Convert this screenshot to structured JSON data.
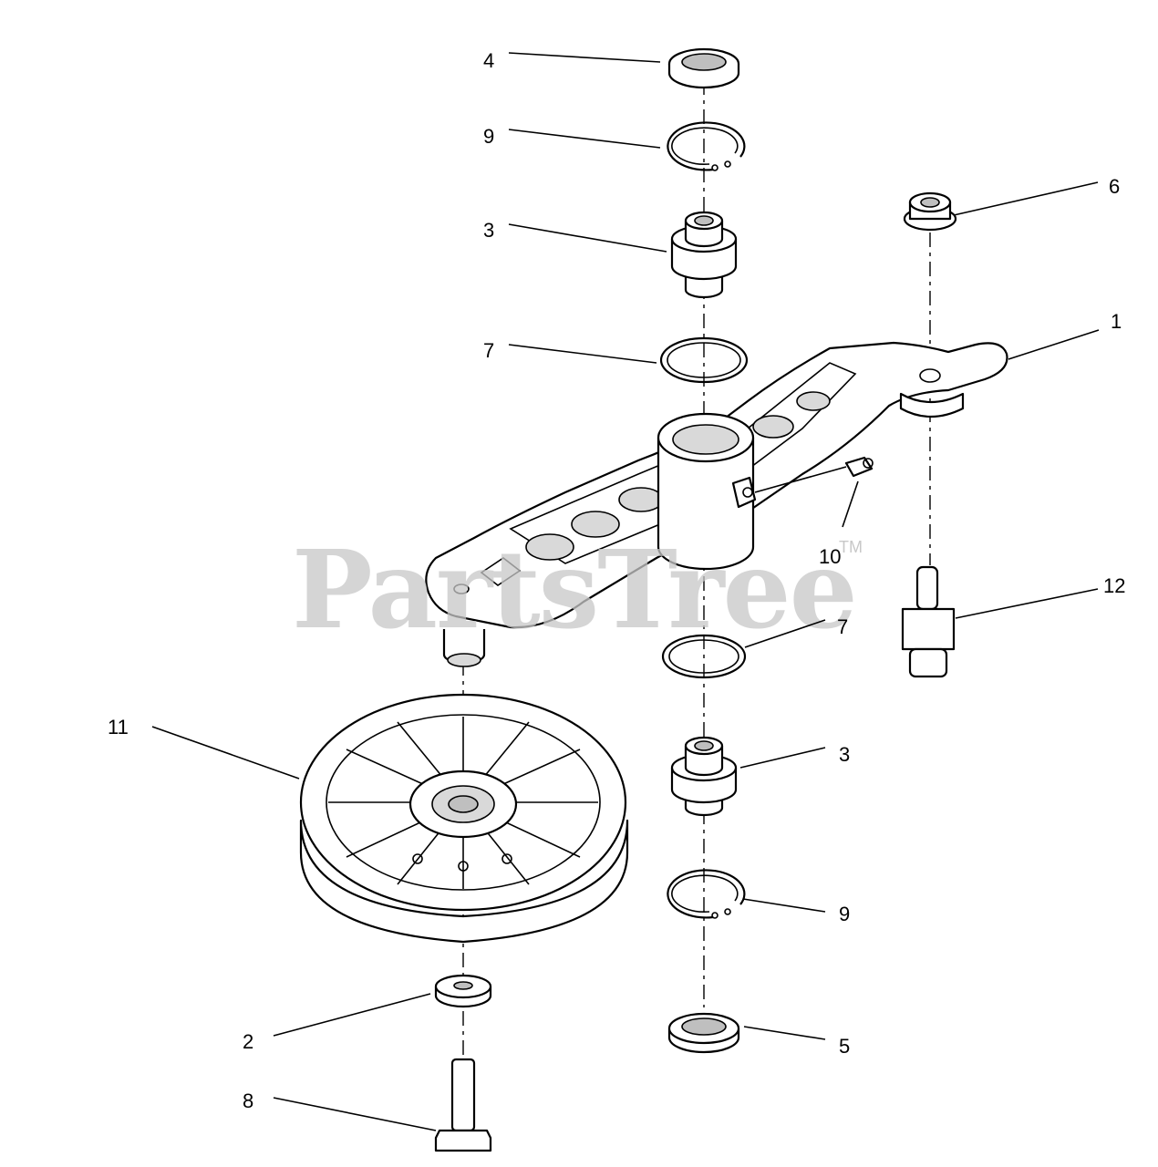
{
  "watermark": {
    "text": "PartsTree",
    "trademark": "TM"
  },
  "callouts": [
    {
      "id": "c4a",
      "label": "4"
    },
    {
      "id": "c9a",
      "label": "9"
    },
    {
      "id": "c3a",
      "label": "3"
    },
    {
      "id": "c7a",
      "label": "7"
    },
    {
      "id": "c6",
      "label": "6"
    },
    {
      "id": "c1",
      "label": "1"
    },
    {
      "id": "c10",
      "label": "10"
    },
    {
      "id": "c12",
      "label": "12"
    },
    {
      "id": "c7b",
      "label": "7"
    },
    {
      "id": "c11",
      "label": "11"
    },
    {
      "id": "c3b",
      "label": "3"
    },
    {
      "id": "c9b",
      "label": "9"
    },
    {
      "id": "c2",
      "label": "2"
    },
    {
      "id": "c5",
      "label": "5"
    },
    {
      "id": "c8",
      "label": "8"
    }
  ]
}
